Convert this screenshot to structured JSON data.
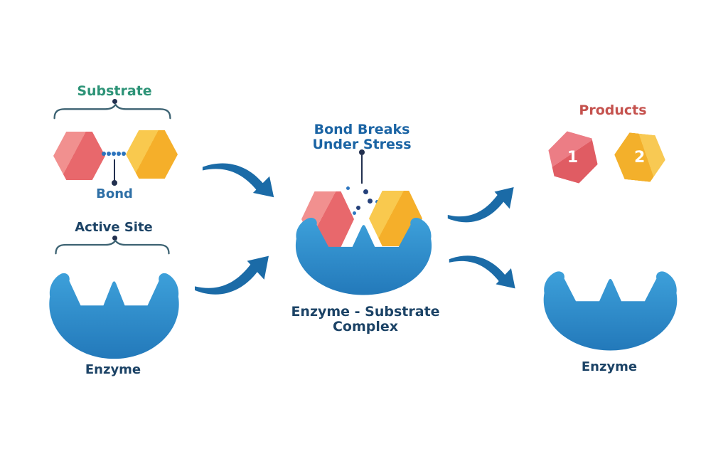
{
  "title": "Enzyme substrate complex diagram",
  "labels": {
    "substrate": "Substrate",
    "bond": "Bond",
    "active_site": "Active Site",
    "enzyme_left": "Enzyme",
    "bond_breaks_line1": "Bond Breaks",
    "bond_breaks_line2": "Under Stress",
    "complex_line1": "Enzyme - Substrate",
    "complex_line2": "Complex",
    "products": "Products",
    "enzyme_right": "Enzyme"
  },
  "products": {
    "items": [
      {
        "number": "1",
        "color_name": "pink"
      },
      {
        "number": "2",
        "color_name": "yellow"
      }
    ]
  },
  "icons": {
    "enzyme_shape": "enzyme-bowl-with-crown-active-sites",
    "substrate_shapes": "two-hexagons-joined-by-beaded-bond",
    "arrows": "four-curved-tapered-arrows",
    "braces": "downward-curly-brace-with-dot"
  },
  "colors": {
    "background": "#ffffff",
    "enzyme_top": "#3da0da",
    "enzyme_bottom": "#2379ba",
    "pink_light": "#f1908f",
    "pink_main": "#e8686c",
    "yellow_light": "#f9c94e",
    "yellow_main": "#f5af2a",
    "product_pink_light": "#ec7d85",
    "product_pink_main": "#e05c63",
    "product_yellow_light": "#f8c953",
    "product_yellow_main": "#f3b02b",
    "arrow_blue": "#1b6ba7",
    "navy": "#1c4366",
    "bond_blue": "#2e6fa6",
    "bond_breaks_blue": "#1b64a4",
    "substrate_green": "#2d9377",
    "products_red": "#c5524e",
    "pointer_dark": "#22304f",
    "brace_color": "#3c6272",
    "bead_blue": "#2d74bd",
    "fragment_dark": "#24407a",
    "fragment_blue": "#2e77c0"
  }
}
